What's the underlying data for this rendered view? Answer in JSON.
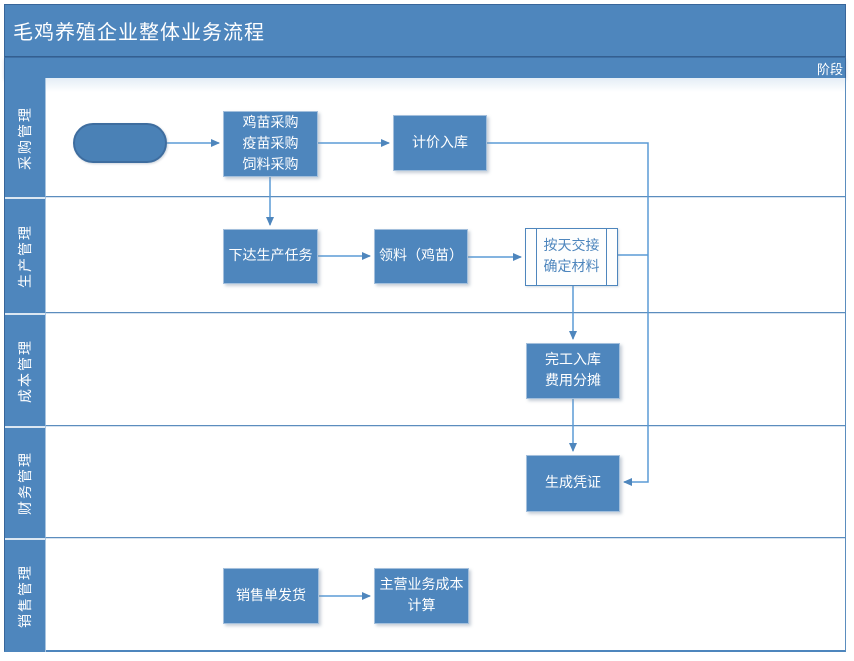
{
  "title": "毛鸡养殖企业整体业务流程",
  "phase_label": "阶段",
  "lanes": [
    {
      "label": "采购管理"
    },
    {
      "label": "生产管理"
    },
    {
      "label": "成本管理"
    },
    {
      "label": "财务管理"
    },
    {
      "label": "销售管理"
    }
  ],
  "nodes": {
    "start": {
      "label": "",
      "type": "start"
    },
    "purchase": {
      "label": "鸡苗采购\n疫苗采购\n饲料采购",
      "type": "process"
    },
    "pricing": {
      "label": "计价入库",
      "type": "process"
    },
    "task": {
      "label": "下达生产任务",
      "type": "process"
    },
    "material": {
      "label": "领料（鸡苗）",
      "type": "process"
    },
    "handover": {
      "label": "按天交接\n确定材料",
      "type": "predefined-process"
    },
    "completion": {
      "label": "完工入库\n费用分摊",
      "type": "process"
    },
    "voucher": {
      "label": "生成凭证",
      "type": "process"
    },
    "sales": {
      "label": "销售单发货",
      "type": "process"
    },
    "maincost": {
      "label": "主营业务成本\n计算",
      "type": "process"
    }
  },
  "colors": {
    "shape_fill": "#4E86BD",
    "shape_border_light": "#A3BFDC",
    "start_border": "#3E6D9F",
    "connector": "#5B9BD5",
    "arrowhead": "#4E86BD",
    "lane_border": "#5B8DBE",
    "text_on_fill": "#FFFFFF",
    "text_on_white": "#4E86BD"
  }
}
